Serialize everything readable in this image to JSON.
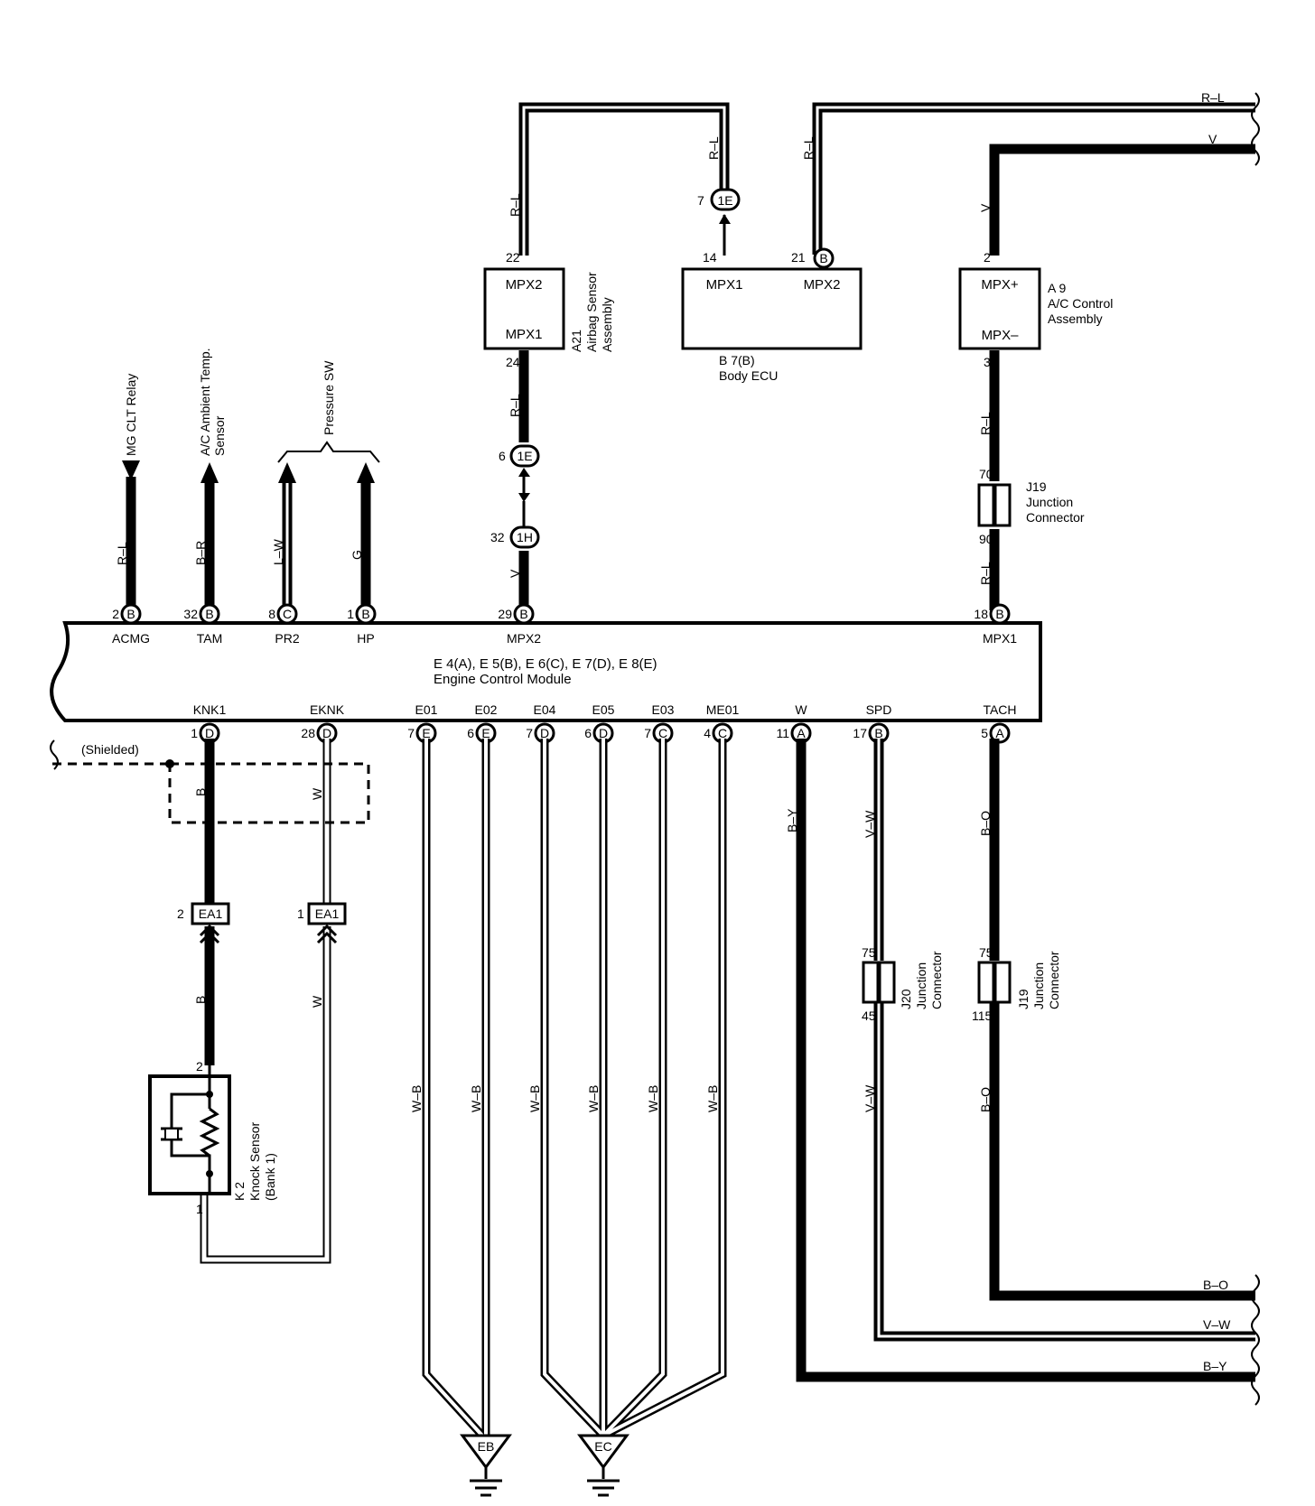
{
  "ecm": {
    "title_line1": "E 4(A), E 5(B), E 6(C), E 7(D), E 8(E)",
    "title_line2": "Engine Control Module",
    "top_terminals": [
      {
        "pin": "2",
        "conn": "B",
        "name": "ACMG"
      },
      {
        "pin": "32",
        "conn": "B",
        "name": "TAM"
      },
      {
        "pin": "8",
        "conn": "C",
        "name": "PR2"
      },
      {
        "pin": "1",
        "conn": "B",
        "name": "HP"
      },
      {
        "pin": "29",
        "conn": "B",
        "name": "MPX2"
      },
      {
        "pin": "18",
        "conn": "B",
        "name": "MPX1"
      }
    ],
    "bottom_terminals": [
      {
        "pin": "1",
        "conn": "D",
        "name": "KNK1"
      },
      {
        "pin": "28",
        "conn": "D",
        "name": "EKNK"
      },
      {
        "pin": "7",
        "conn": "E",
        "name": "E01"
      },
      {
        "pin": "6",
        "conn": "E",
        "name": "E02"
      },
      {
        "pin": "7",
        "conn": "D",
        "name": "E04"
      },
      {
        "pin": "6",
        "conn": "D",
        "name": "E05"
      },
      {
        "pin": "7",
        "conn": "C",
        "name": "E03"
      },
      {
        "pin": "4",
        "conn": "C",
        "name": "ME01"
      },
      {
        "pin": "11",
        "conn": "A",
        "name": "W"
      },
      {
        "pin": "17",
        "conn": "B",
        "name": "SPD"
      },
      {
        "pin": "5",
        "conn": "A",
        "name": "TACH"
      }
    ]
  },
  "top_left_devices": {
    "mg_clt_relay": "MG CLT Relay",
    "ac_ambient_l1": "A/C Ambient Temp.",
    "ac_ambient_l2": "Sensor",
    "pressure_sw": "Pressure SW"
  },
  "wire_colors": {
    "acmg": "R–L",
    "tam": "B–R",
    "pr2": "L–W",
    "hp": "G",
    "mpx2_lower": "V",
    "mpx2_upper": "R–L",
    "mpx2_top": "R–L",
    "body_in": "R–L",
    "body_out": "R–L",
    "ac_in": "V",
    "ac_out": "R–L",
    "j19_out": "R–L",
    "right_top1": "R–L",
    "right_top2": "V",
    "knk1_a": "B",
    "knk1_b": "B",
    "eknk_a": "W",
    "eknk_b": "W",
    "ground": "W–B",
    "w": "B–Y",
    "spd_a": "V–W",
    "spd_b": "V–W",
    "tach_a": "B–O",
    "tach_b": "B–O",
    "right_bot1": "B–O",
    "right_bot2": "V–W",
    "right_bot3": "B–Y"
  },
  "airbag": {
    "id": "A21",
    "name_l1": "Airbag Sensor",
    "name_l2": "Assembly",
    "top_term": "MPX2",
    "bot_term": "MPX1",
    "top_pin": "22",
    "bot_pin": "24"
  },
  "body_ecu": {
    "id": "B 7(B)",
    "name": "Body ECU",
    "left_term": "MPX1",
    "right_term": "MPX2",
    "left_pin": "14",
    "right_pin": "21",
    "right_conn": "B"
  },
  "ac_control": {
    "id": "A 9",
    "name_l1": "A/C Control",
    "name_l2": "Assembly",
    "top_term": "MPX+",
    "bot_term": "MPX–",
    "top_pin": "2",
    "bot_pin": "3"
  },
  "junctions": {
    "j19_top": {
      "id": "J19",
      "l1": "Junction",
      "l2": "Connector",
      "pin_top": "70",
      "pin_bot": "90"
    },
    "j20": {
      "id": "J20",
      "l1": "Junction",
      "l2": "Connector",
      "pin_top": "75",
      "pin_bot": "45"
    },
    "j19_bot": {
      "id": "J19",
      "l1": "Junction",
      "l2": "Connector",
      "pin_top": "75",
      "pin_bot": "115"
    }
  },
  "inline_connectors": {
    "c1e_top": {
      "pin": "7",
      "label": "1E"
    },
    "c1e_mid": {
      "pin": "6",
      "label": "1E"
    },
    "c1h": {
      "pin": "32",
      "label": "1H"
    },
    "ea1_left": {
      "pin": "2",
      "label": "EA1"
    },
    "ea1_right": {
      "pin": "1",
      "label": "EA1"
    }
  },
  "knock_sensor": {
    "id": "K 2",
    "name": "Knock Sensor",
    "bank": "(Bank 1)",
    "pin_top": "2",
    "pin_bot": "1"
  },
  "shielded": "(Shielded)",
  "grounds": {
    "left": "EB",
    "right": "EC"
  }
}
